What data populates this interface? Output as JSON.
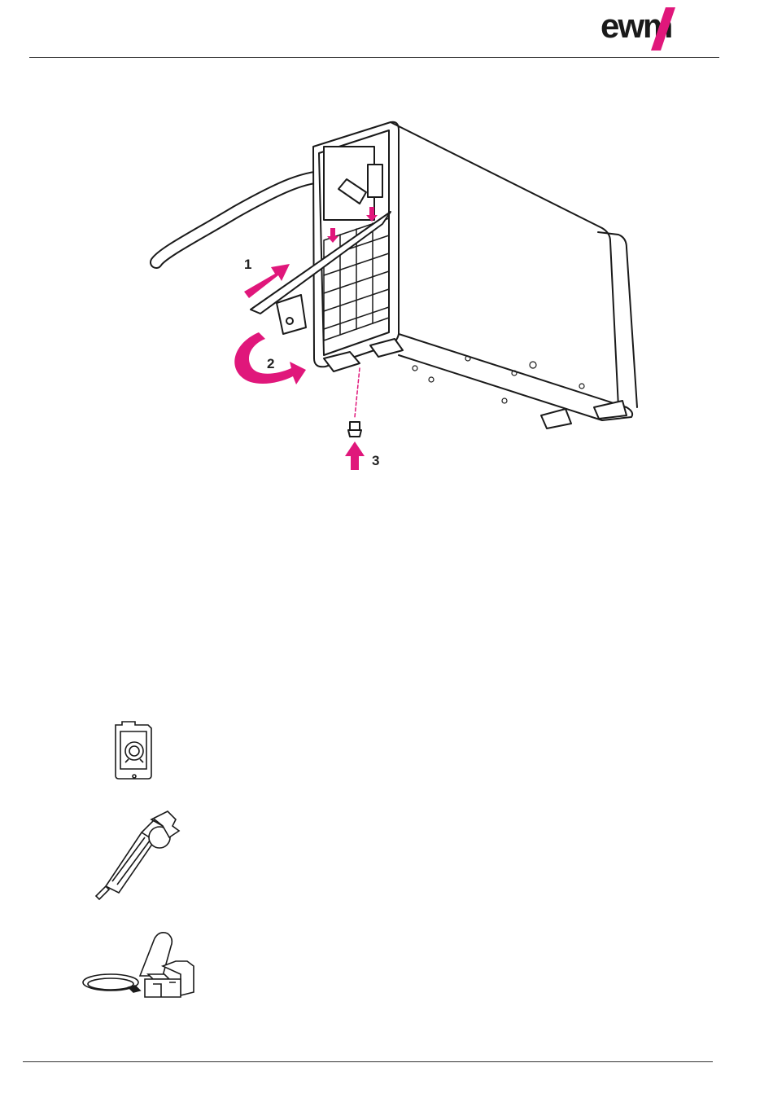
{
  "header": {
    "logo_text": "ewm"
  },
  "figure": {
    "steps": [
      {
        "number": "1"
      },
      {
        "number": "2"
      },
      {
        "number": "3"
      }
    ]
  },
  "colors": {
    "accent": "#e0177b",
    "line": "#1a1a1a",
    "rule": "#333333"
  },
  "accessories": [
    {
      "icon": "remote-control-icon"
    },
    {
      "icon": "hand-remote-icon"
    },
    {
      "icon": "foot-pedal-icon"
    }
  ]
}
